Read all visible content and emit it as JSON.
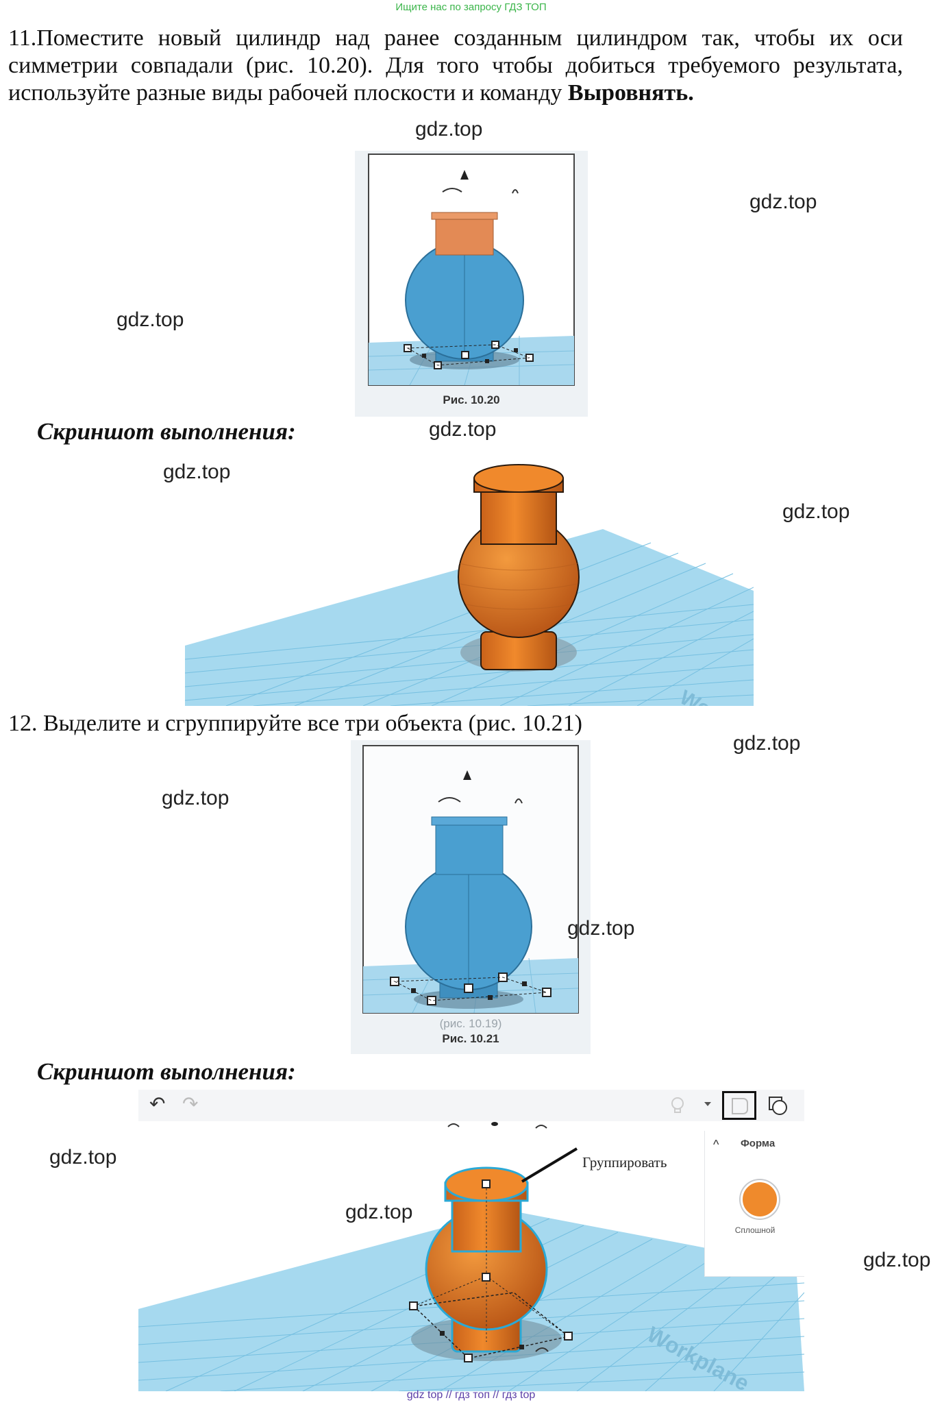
{
  "banner_top": "Ищите нас по запросу ГДЗ ТОП",
  "task11": {
    "text": "11.Поместите новый цилиндр над ранее созданным цилиндром так, чтобы их оси симметрии совпадали (рис. 10.20). Для того чтобы добиться требуемого результата, используйте разные виды рабочей плоскости и команду",
    "bold_word": "Выровнять."
  },
  "fig1020_caption": "Рис. 10.20",
  "screenshot_heading_1": "Скриншот выполнения:",
  "task12": {
    "text": "12. Выделите и сгруппируйте все три объекта (рис. 10.21)"
  },
  "fig1021_caption": "Рис. 10.21",
  "fig1021_overlay": "(рис. 10.19)",
  "screenshot_heading_2": "Скриншот выполнения:",
  "editor": {
    "group_label": "Группировать",
    "panel_title": "Форма",
    "solid_label": "Сплошной",
    "workplane_label": "Workplane",
    "colors": {
      "orange": "#ef8a2c",
      "workplane": "#9fd4ec",
      "grid": "#6bb8da",
      "select": "#2aa9d6"
    }
  },
  "watermarks": [
    "gdz.top",
    "gdz.top",
    "gdz.top",
    "gdz.top",
    "gdz.top",
    "gdz.top",
    "gdz.top",
    "gdz.top",
    "gdz.top",
    "gdz.top",
    "gdz.top",
    "gdz.top"
  ],
  "banner_bottom": "gdz top  //  гдз топ  //  гдз top"
}
